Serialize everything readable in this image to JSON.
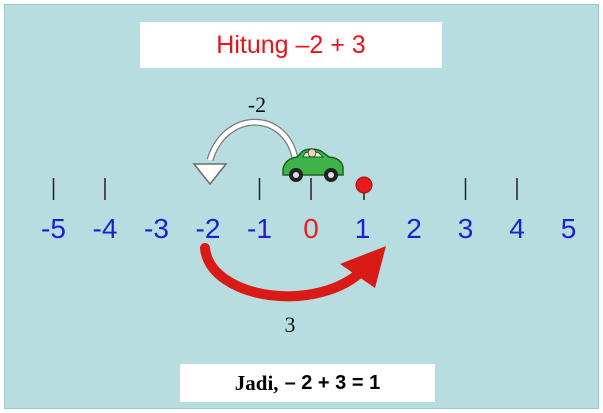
{
  "title": "Hitung –2 + 3",
  "number_line": {
    "labels": [
      "-5",
      "-4",
      "-3",
      "-2",
      "-1",
      "0",
      "1",
      "2",
      "3",
      "4",
      "5"
    ],
    "values": [
      -5,
      -4,
      -3,
      -2,
      -1,
      0,
      1,
      2,
      3,
      4,
      5
    ],
    "ticks_at": [
      -5,
      -4,
      -1,
      0,
      3,
      4
    ],
    "highlight_value": 0,
    "result_value": 1
  },
  "colors": {
    "number": "#1f1fcf",
    "zero": "#ee1c1c",
    "title": "#e8141c",
    "arrow_back": "#ffffff",
    "arrow_forward": "#d91a16",
    "car": "#33a833",
    "marker": "#e51b1b"
  },
  "steps": {
    "first_label": "-2",
    "second_label": "3"
  },
  "conclusion": {
    "lead": "Jadi,",
    "expression": "– 2 + 3 = 1"
  },
  "icons": {
    "vehicle": "toy-car-icon",
    "result_marker": "red-pin-icon"
  }
}
